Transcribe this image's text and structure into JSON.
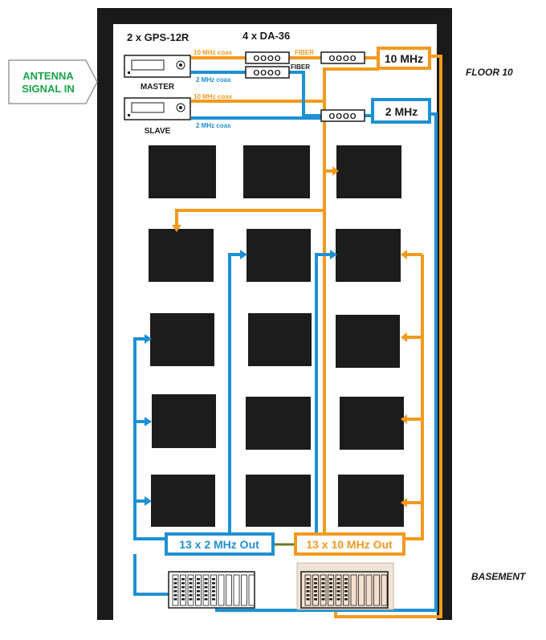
{
  "antenna": {
    "label_line1": "ANTENNA",
    "label_line2": "SIGNAL IN"
  },
  "gps": {
    "title": "2 x GPS-12R",
    "master_label": "MASTER",
    "slave_label": "SLAVE"
  },
  "da": {
    "title": "4 x DA-36",
    "port_glyph": "OOOO"
  },
  "links": {
    "master_10mhz": "10 MHz coax",
    "master_2mhz": "2 MHz coax",
    "slave_10mhz": "10 MHz coax",
    "slave_2mhz": "2 MHz coax",
    "fiber_upper": "FIBER",
    "fiber_lower": "FIBER"
  },
  "boxes": {
    "ten_mhz": "10 MHz",
    "two_mhz": "2 MHz"
  },
  "floors": {
    "top": "FLOOR 10",
    "bottom": "BASEMENT"
  },
  "outputs": {
    "two_mhz_out": "13 x 2 MHz Out",
    "ten_mhz_out": "13 x 10 MHz Out"
  },
  "colors": {
    "orange": "#f39a1e",
    "blue": "#1e90d4",
    "antenna_green": "#16a34a",
    "wall": "#1a1a1a",
    "room": "#1c1c1c"
  }
}
